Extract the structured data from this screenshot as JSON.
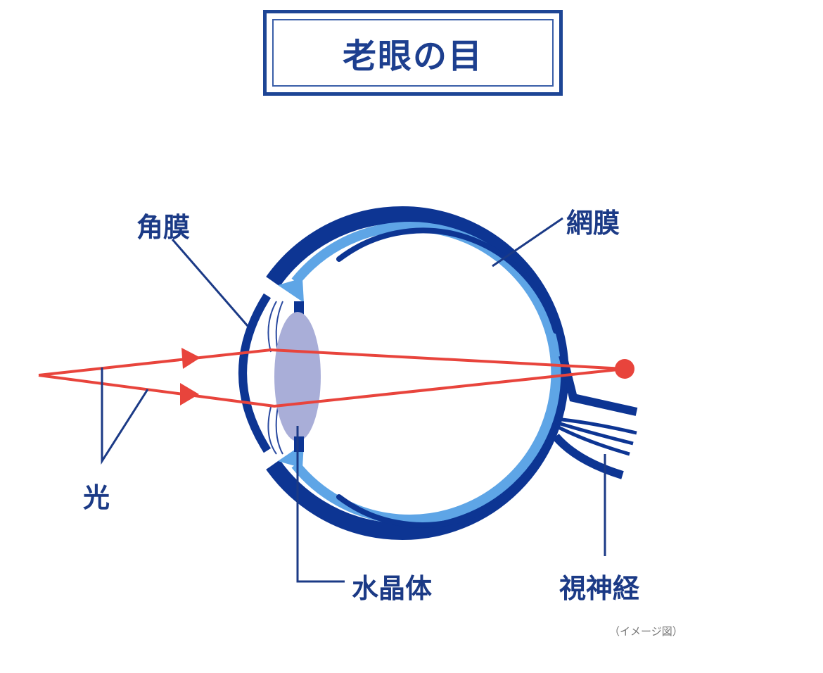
{
  "title": "老眼の目",
  "labels": {
    "cornea": "角膜",
    "retina": "網膜",
    "light": "光",
    "lens": "水晶体",
    "optic_nerve": "視神経"
  },
  "note": "（イメージ図）",
  "colors": {
    "dark_blue": "#0d3593",
    "light_blue": "#5ea5e6",
    "lens_fill": "#a9aed8",
    "ray_red": "#e8443c",
    "label_text": "#1b3a86"
  }
}
